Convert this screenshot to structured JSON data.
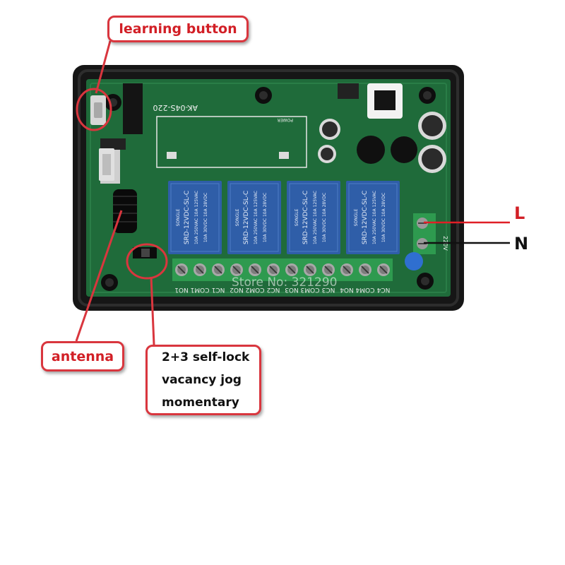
{
  "callouts": {
    "learning_button": "learning button",
    "antenna": "antenna",
    "mode_lines": [
      "2+3 self-lock",
      "vacancy jog",
      "momentary"
    ]
  },
  "wires": {
    "live": "L",
    "neutral": "N"
  },
  "board": {
    "model": "AK-04S-220",
    "power_label": "POWER",
    "terminal_labels": [
      "NO1",
      "COM1",
      "NC1",
      "NO2",
      "COM2",
      "NC2",
      "NO3",
      "COM3",
      "NC3",
      "NO4",
      "COM4",
      "NC4"
    ],
    "relay_text": [
      "SONGLE",
      "SRD-12VDC-SL-C",
      "10A 250VAC 10A 125VAC",
      "10A 30VDC 10A 28VDC"
    ],
    "voltage_label": "220V"
  },
  "watermark": "Store No: 321290",
  "colors": {
    "callout_border": "#d9363e",
    "callout_text": "#d21f26",
    "pcb": "#1f6b3a",
    "case": "#1a1a1a",
    "relay": "#2f5ea8",
    "terminal": "#2e9a4f"
  }
}
